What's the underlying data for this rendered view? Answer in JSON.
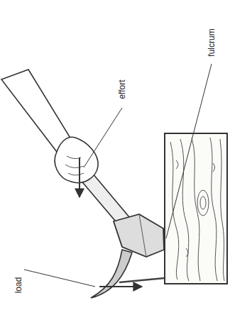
{
  "diagram": {
    "labels": [
      "effort",
      "fulcrum",
      "load"
    ]
  }
}
